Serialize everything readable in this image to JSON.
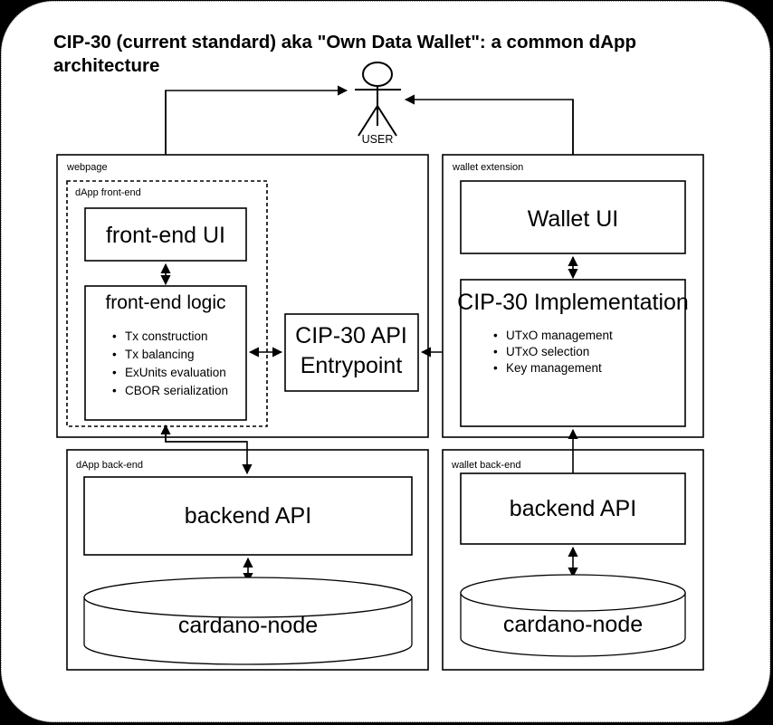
{
  "title": "CIP-30 (current standard) aka \"Own Data Wallet\": a common dApp architecture",
  "actor": {
    "label": "USER",
    "icon": "user-actor-icon"
  },
  "containers": {
    "webpage": "webpage",
    "dapp_frontend": "dApp front-end",
    "wallet_extension": "wallet extension",
    "dapp_backend": "dApp back-end",
    "wallet_backend": "wallet back-end"
  },
  "nodes": {
    "frontend_ui": "front-end UI",
    "frontend_logic": "front-end logic",
    "cip30_api_entrypoint_line1": "CIP-30 API",
    "cip30_api_entrypoint_line2": "Entrypoint",
    "wallet_ui": "Wallet UI",
    "cip30_implementation": "CIP-30 Implementation",
    "dapp_backend_api": "backend API",
    "wallet_backend_api": "backend API",
    "dapp_cardano_node": "cardano-node",
    "wallet_cardano_node": "cardano-node"
  },
  "frontend_logic_bullets": [
    "Tx construction",
    "Tx balancing",
    "ExUnits evaluation",
    "CBOR serialization"
  ],
  "cip30_implementation_bullets": [
    "UTxO management",
    "UTxO selection",
    "Key management"
  ],
  "colors": {
    "stroke": "#000000",
    "fill": "#ffffff",
    "page_background": "#ffffff",
    "outer_background": "#000000"
  }
}
